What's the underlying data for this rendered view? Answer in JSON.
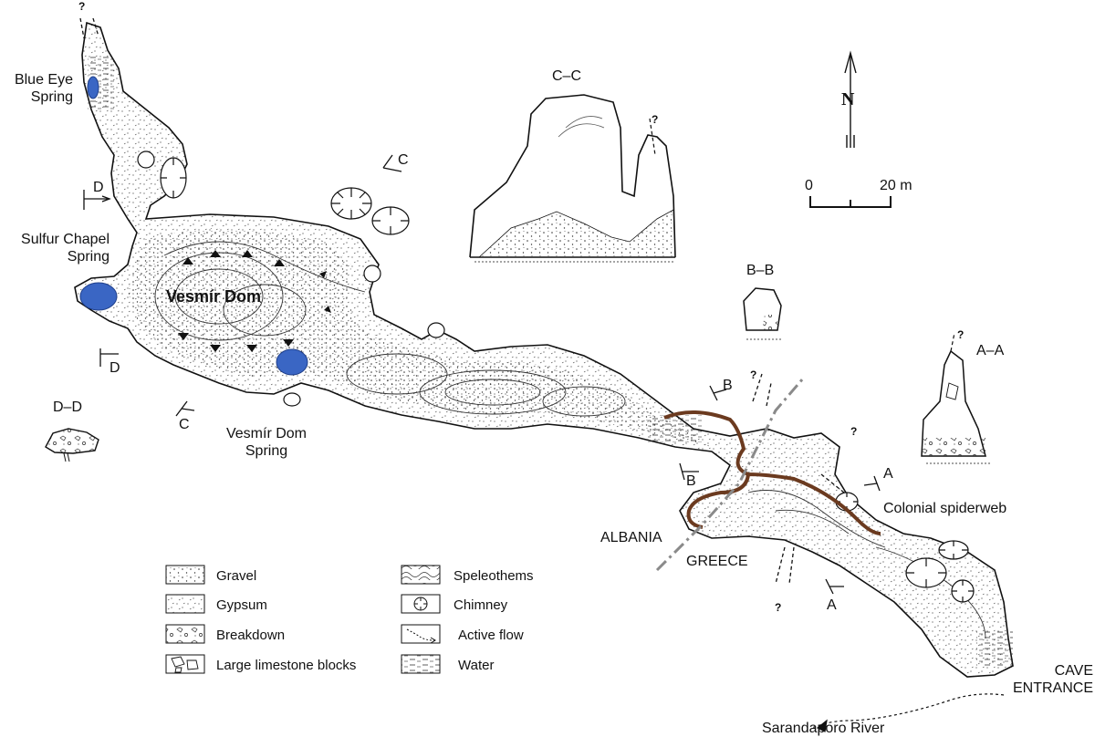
{
  "labels": {
    "blue_eye": "Blue Eye\nSpring",
    "sulfur_chapel": "Sulfur Chapel\nSpring",
    "vesmir_dom": "Vesmír Dom",
    "vesmir_dom_spring": "Vesmír Dom\nSpring",
    "albania": "ALBANIA",
    "greece": "GREECE",
    "colonial_spiderweb": "Colonial spiderweb",
    "cave_entrance": "CAVE\nENTRANCE",
    "sarandaporo": "Sarandaporo River"
  },
  "sections": {
    "c_c": "C–C",
    "b_b": "B–B",
    "a_a": "A–A",
    "d_d": "D–D",
    "mark_a": "A",
    "mark_b": "B",
    "mark_c": "C",
    "mark_d": "D"
  },
  "unknown_mark": "?",
  "north": "N",
  "scale": {
    "start": "0",
    "end": "20 m"
  },
  "legend": [
    {
      "label": "Gravel",
      "icon": "gravel-pattern"
    },
    {
      "label": "Gypsum",
      "icon": "gypsum-pattern"
    },
    {
      "label": "Breakdown",
      "icon": "breakdown-pattern"
    },
    {
      "label": "Large limestone blocks",
      "icon": "limestone-blocks-pattern"
    },
    {
      "label": "Speleothems",
      "icon": "speleothems-pattern"
    },
    {
      "label": "Chimney",
      "icon": "chimney-pattern"
    },
    {
      "label": "Active flow",
      "icon": "active-flow-pattern"
    },
    {
      "label": "Water",
      "icon": "water-pattern"
    }
  ],
  "colors": {
    "water": "#3a66c4",
    "border": "#6b3a1f",
    "outline": "#111111",
    "dashdot": "#8a8a8a"
  }
}
